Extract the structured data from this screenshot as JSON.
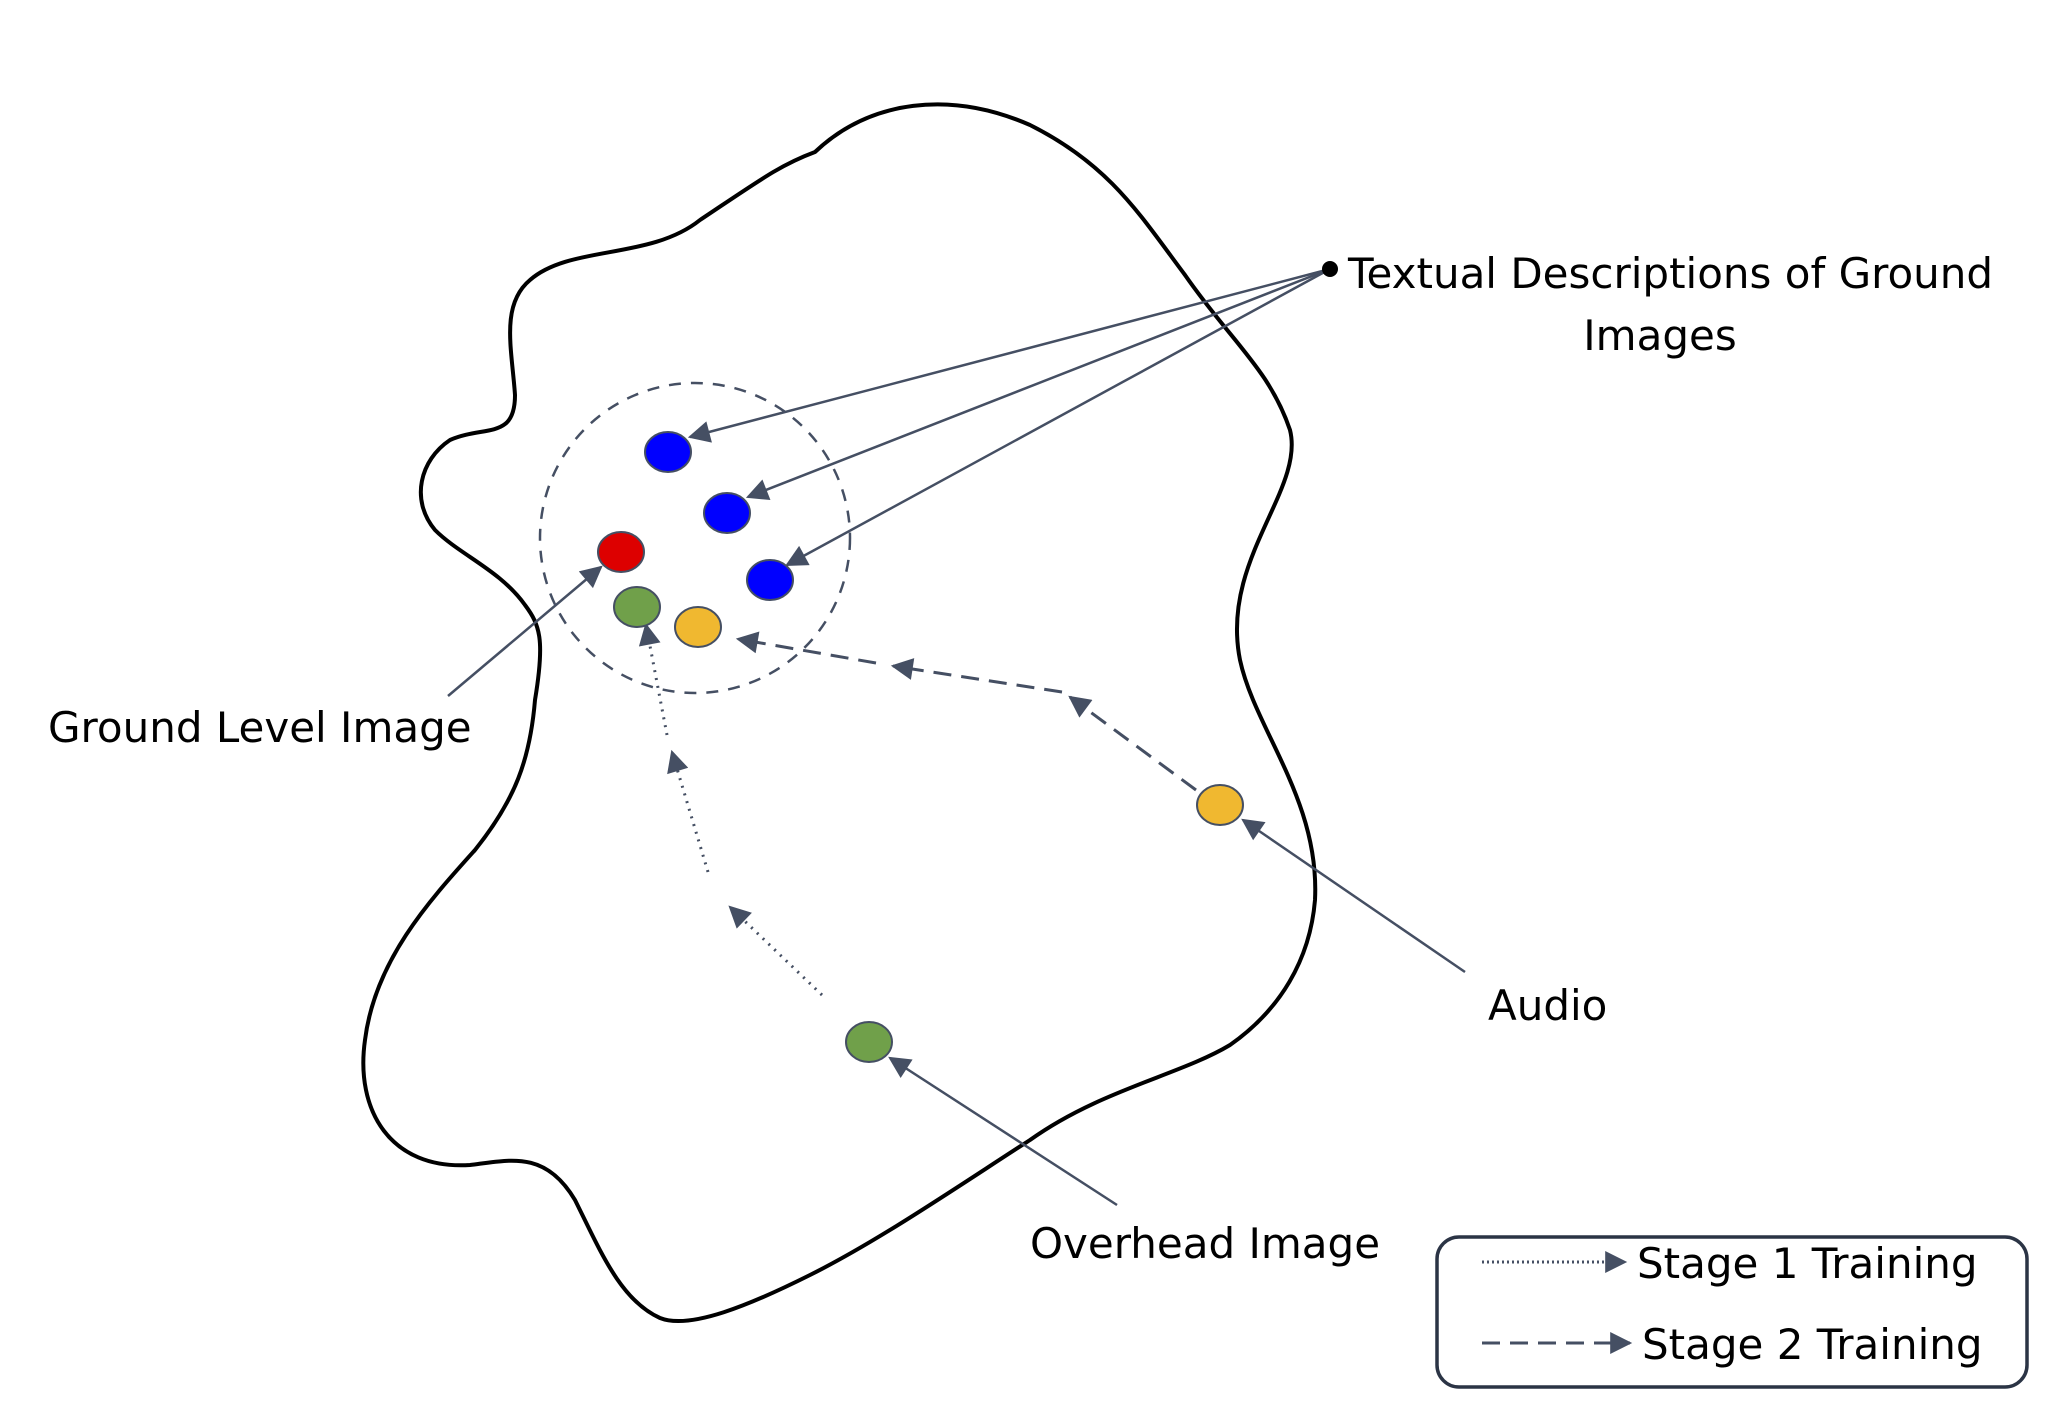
{
  "labels": {
    "text_desc_line1": "Textual Descriptions of Ground",
    "text_desc_line2": "Images",
    "ground_level": "Ground Level Image",
    "audio": "Audio",
    "overhead": "Overhead Image"
  },
  "legend": {
    "stage1": "Stage 1 Training",
    "stage2": "Stage 2 Training"
  },
  "colors": {
    "text_embedding": "#0000ff",
    "ground_embedding": "#dd0000",
    "overhead_embedding": "#70a04a",
    "audio_embedding": "#f0b830",
    "arrow": "#454f63",
    "outline": "#000000"
  }
}
